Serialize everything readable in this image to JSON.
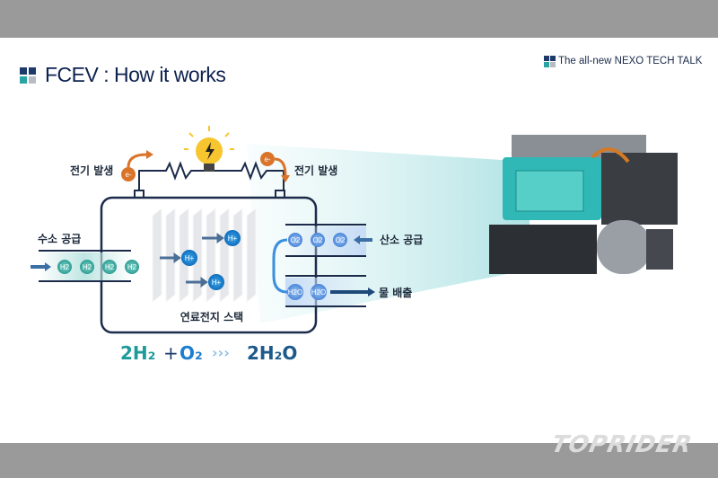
{
  "header": {
    "title": "FCEV : How it works",
    "brand": "The all-new NEXO TECH TALK"
  },
  "diagram": {
    "electricity_left": "전기 발생",
    "electricity_right": "전기 발생",
    "electron": "e-",
    "hydrogen_supply": "수소 공급",
    "oxygen_supply": "산소 공급",
    "water_discharge": "물 배출",
    "stack_label": "연료전지 스택",
    "h2": "H2",
    "o2": "O2",
    "h2o": "H2O",
    "hplus": "H+",
    "equation": {
      "lhs1": "2H₂",
      "plus": "+",
      "lhs2": "O₂",
      "arrow": "›››",
      "rhs": "2H₂O"
    }
  },
  "watermark": "TOPRIDER",
  "colors": {
    "navy": "#0d2250",
    "teal": "#1f9a9a",
    "blue": "#1e7fd0",
    "orange": "#d9742a"
  }
}
